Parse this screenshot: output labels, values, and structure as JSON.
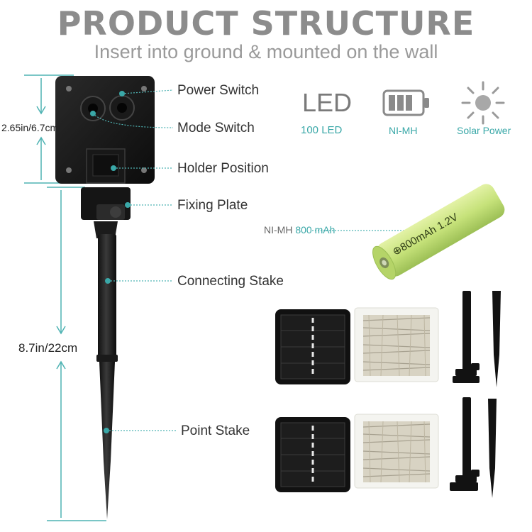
{
  "header": {
    "title": "PRODUCT STRUCTURE",
    "subtitle": "Insert into ground & mounted on the wall"
  },
  "callouts": [
    {
      "id": "power-switch",
      "label": "Power Switch"
    },
    {
      "id": "mode-switch",
      "label": "Mode Switch"
    },
    {
      "id": "holder-position",
      "label": "Holder Position"
    },
    {
      "id": "fixing-plate",
      "label": "Fixing Plate"
    },
    {
      "id": "connecting-stake",
      "label": "Connecting Stake"
    },
    {
      "id": "point-stake",
      "label": "Point Stake"
    }
  ],
  "dimensions": {
    "panel_height": "2.65in/6.7cm",
    "stake_height": "8.7in/22cm"
  },
  "specs": {
    "led": {
      "big": "LED",
      "label": "100 LED"
    },
    "battery_type": {
      "label": "NI-MH"
    },
    "solar": {
      "label": "Solar Power"
    }
  },
  "battery": {
    "type": "NI-MH",
    "capacity": "800 mAh",
    "print": "⊕800mAh 1.2V"
  },
  "colors": {
    "accent": "#3aa8a8",
    "dimension_line": "#4fb3b3",
    "title": "#8c8c8c",
    "battery": "#c6e27a"
  }
}
